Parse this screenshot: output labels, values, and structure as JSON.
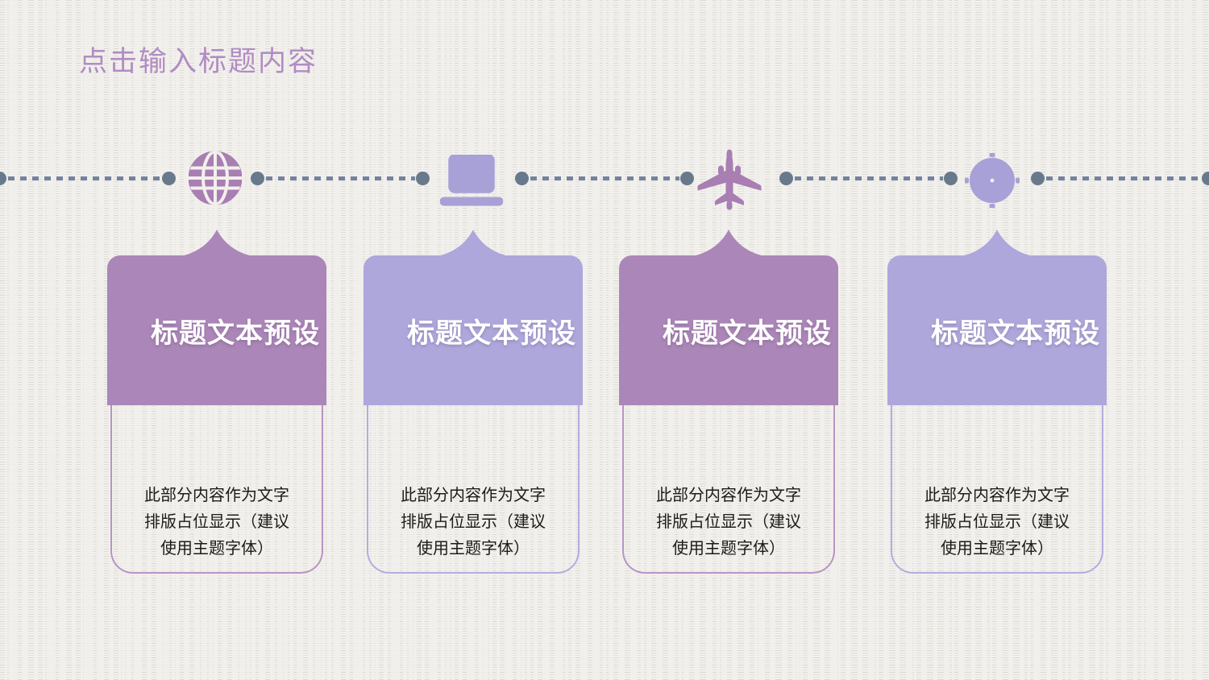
{
  "slide": {
    "title": "点击输入标题内容",
    "cards": [
      {
        "icon": "globe-icon",
        "theme": "mauve",
        "title": "标题文本预设",
        "body": "此部分内容作为文字\n排版占位显示（建议\n使用主题字体）"
      },
      {
        "icon": "laptop-star-icon",
        "theme": "lavender",
        "title": "标题文本预设",
        "body": "此部分内容作为文字\n排版占位显示（建议\n使用主题字体）"
      },
      {
        "icon": "airplane-icon",
        "theme": "mauve",
        "title": "标题文本预设",
        "body": "此部分内容作为文字\n排版占位显示（建议\n使用主题字体）"
      },
      {
        "icon": "clock-icon",
        "theme": "lavender",
        "title": "标题文本预设",
        "body": "此部分内容作为文字\n排版占位显示（建议\n使用主题字体）"
      }
    ],
    "colors": {
      "background": "#f2f0ec",
      "title_text": "#b18cc3",
      "mauve_fill": "#ab86b8",
      "mauve_border": "#b794c5",
      "lavender_fill": "#aea7db",
      "lavender_border": "#b3acdf",
      "icon_mauve": "#a87eb3",
      "icon_lavender": "#a7a1d7",
      "dot": "#68798c",
      "dash": "#73829e",
      "header_text": "#ffffff",
      "body_text": "#1b1b1b"
    }
  }
}
